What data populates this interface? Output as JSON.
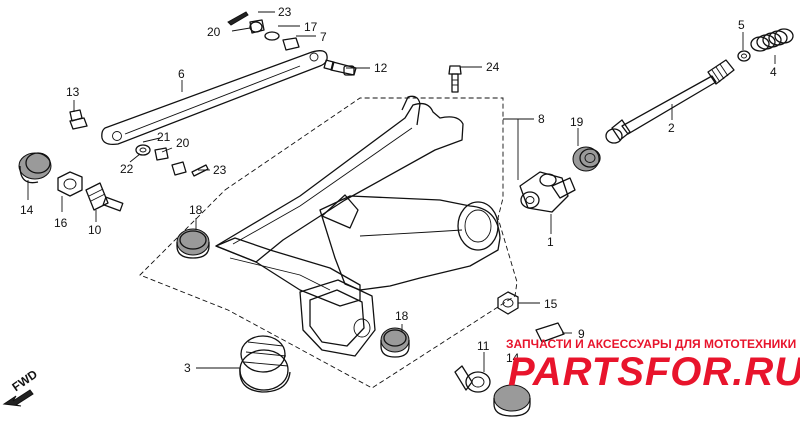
{
  "diagram": {
    "part_labels": {
      "p1": "1",
      "p2": "2",
      "p3": "3",
      "p4": "4",
      "p5": "5",
      "p6": "6",
      "p7": "7",
      "p8": "8",
      "p9": "9",
      "p10": "10",
      "p11": "11",
      "p12": "12",
      "p13": "13",
      "p14a": "14",
      "p14b": "14",
      "p15": "15",
      "p16": "16",
      "p17": "17",
      "p18a": "18",
      "p18b": "18",
      "p19": "19",
      "p20a": "20",
      "p20b": "20",
      "p21": "21",
      "p22": "22",
      "p23a": "23",
      "p23b": "23",
      "p24": "24"
    },
    "direction_label": "FWD",
    "watermark": {
      "caption": "ЗАПЧАСТИ И АКСЕССУАРЫ ДЛЯ МОТОТЕХНИКИ",
      "brand": "PARTSFOR.RU",
      "color": "#e8142c"
    }
  }
}
